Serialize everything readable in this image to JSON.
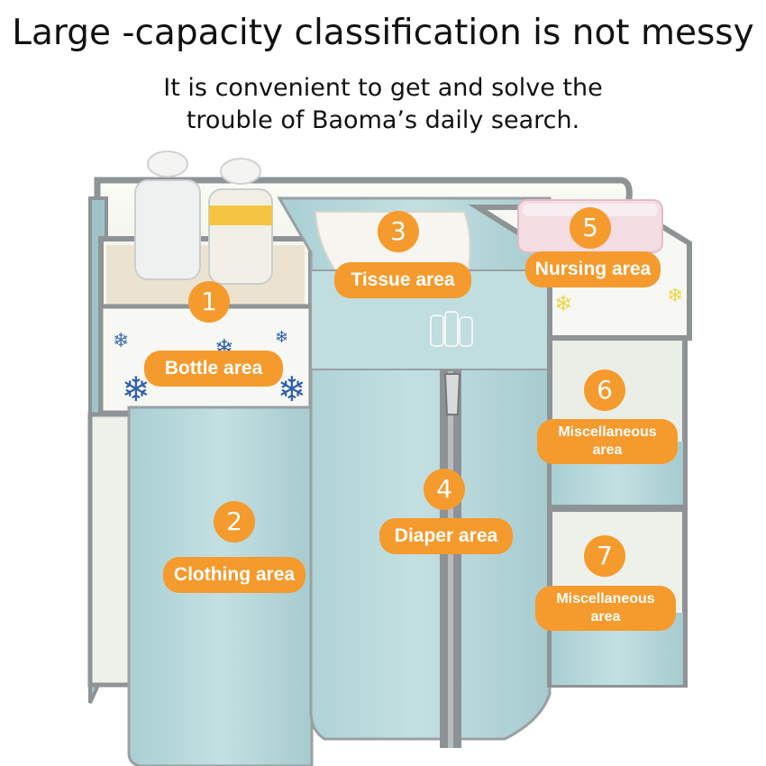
{
  "header": {
    "title": "Large -capacity classification is not messy",
    "subtitle_line1": "It is convenient to get and solve the",
    "subtitle_line2": "trouble of Baoma’s daily search."
  },
  "areas": [
    {
      "number": "1",
      "label": "Bottle area"
    },
    {
      "number": "2",
      "label": "Clothing area"
    },
    {
      "number": "3",
      "label": "Tissue area"
    },
    {
      "number": "4",
      "label": "Diaper area"
    },
    {
      "number": "5",
      "label": "Nursing area"
    },
    {
      "number": "6",
      "label_line1": "Miscellaneous",
      "label_line2": "area"
    },
    {
      "number": "7",
      "label_line1": "Miscellaneous",
      "label_line2": "area"
    }
  ],
  "colors": {
    "badge": "#f59a2c",
    "bag_body": "#b9dadd",
    "trim": "#8e9396",
    "liner": "#f3f5ee"
  }
}
